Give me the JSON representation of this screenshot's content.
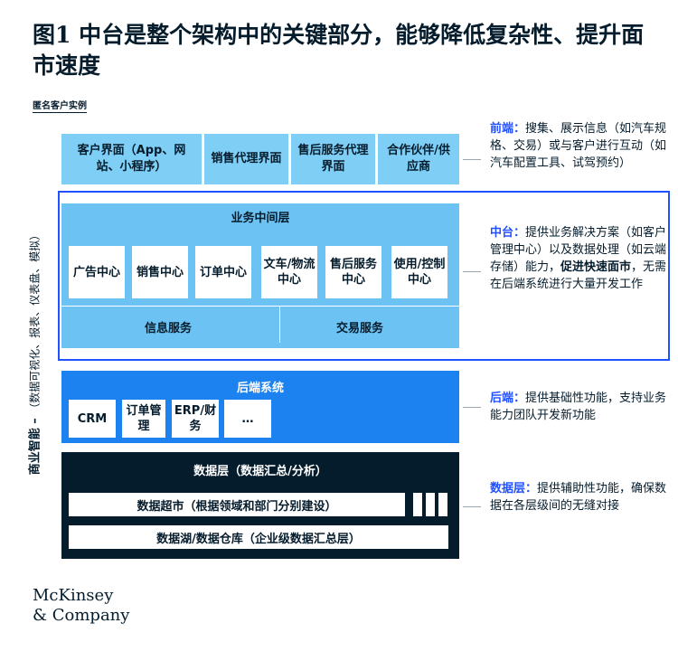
{
  "title": "图1 中台是整个架构中的关键部分，能够降低复杂性、提升面市速度",
  "subtitle": "匿名客户实例",
  "side_label": {
    "bold": "商业智能 – ",
    "rest": "（数据可视化、报表、仪表盘、模拟）"
  },
  "front": {
    "items": [
      "客户界面（App、网站、小程序）",
      "销售代理界面",
      "售后服务代理界面",
      "合作伙伴/供应商"
    ]
  },
  "middle": {
    "heading": "业务中间层",
    "modules": [
      "广告中心",
      "销售中心",
      "订单中心",
      "文车/物流中心",
      "售后服务中心",
      "使用/控制中心"
    ],
    "services": [
      "信息服务",
      "交易服务"
    ]
  },
  "backend": {
    "heading": "后端系统",
    "items": [
      "CRM",
      "订单管理",
      "ERP/财务",
      "…"
    ]
  },
  "data_layer": {
    "heading": "数据层（数据汇总/分析）",
    "mart": "数据超市（根据领域和部门分别建设）",
    "lake": "数据湖/数据仓库（企业级数据汇总层）"
  },
  "descriptions": {
    "front": {
      "label": "前端：",
      "text": "搜集、展示信息（如汽车规格、交易）或与客户进行互动（如汽车配置工具、试驾预约）"
    },
    "middle": {
      "label": "中台：",
      "text1": "提供业务解决方案（如客户管理中心）以及数据处理（如云端存储）能力，",
      "bold": "促进快速面市",
      "text2": "，无需在后端系统进行大量开发工作"
    },
    "backend": {
      "label": "后端：",
      "text": "提供基础性功能，支持业务能力团队开发新功能"
    },
    "data": {
      "label": "数据层：",
      "text": "提供辅助性功能，确保数据在各层级间的无缝对接"
    }
  },
  "logo": {
    "line1": "McKinsey",
    "line2": "& Company"
  },
  "colors": {
    "front": "#7ecef5",
    "middle": "#6cc3f3",
    "backend": "#1b82f0",
    "data": "#051c2c",
    "accent": "#2251ff"
  }
}
